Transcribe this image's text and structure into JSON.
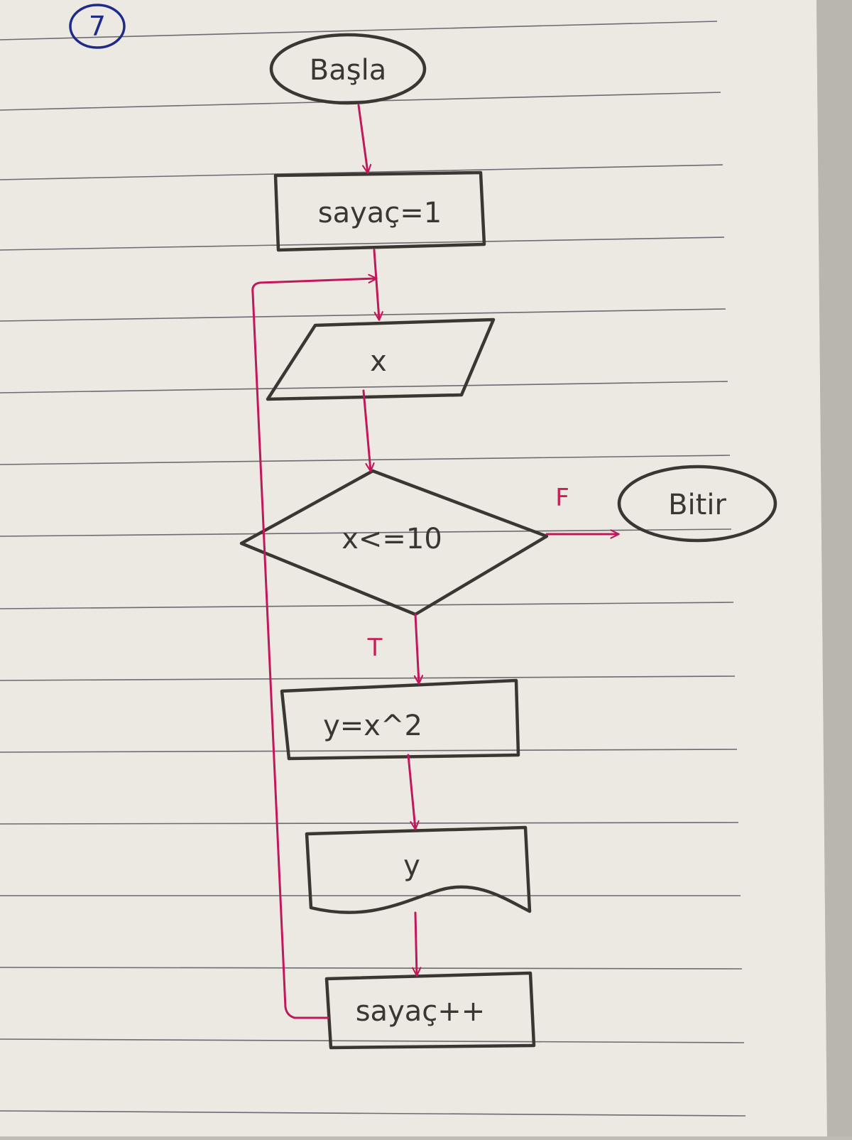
{
  "page_number": "7",
  "nodes": {
    "start": "Başla",
    "init": "sayaç=1",
    "input": "x",
    "decision": "x<=10",
    "end": "Bitir",
    "process": "y=x^2",
    "output": "y",
    "increment": "sayaç++"
  },
  "edges": {
    "false_label": "F",
    "true_label": "T"
  },
  "colors": {
    "paper": "#ece9e2",
    "ink": "#3a3632",
    "flow_pen": "#c2185b",
    "page_number_ink": "#1f2a8a"
  }
}
